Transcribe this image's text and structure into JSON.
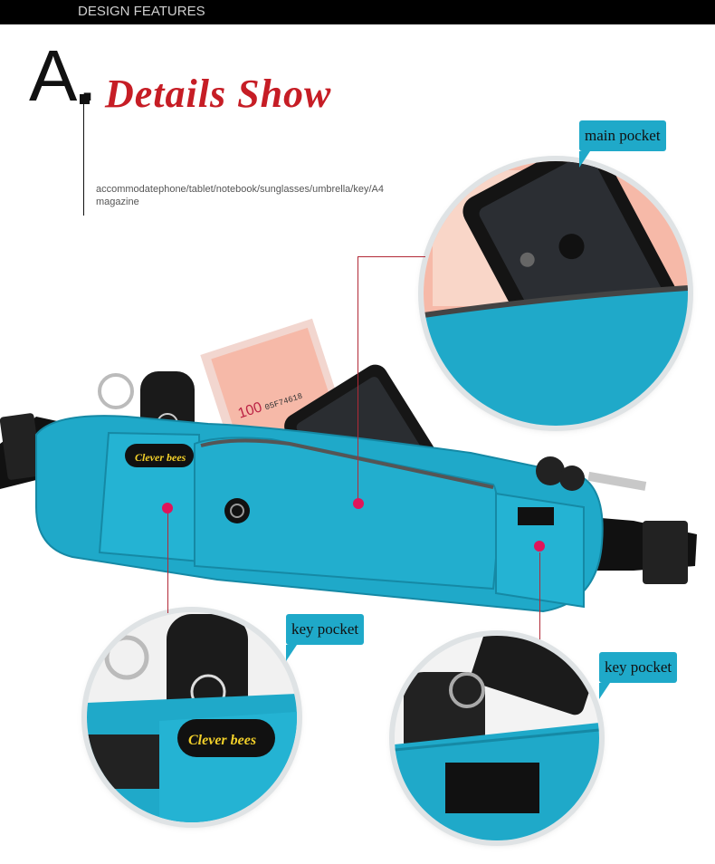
{
  "header": {
    "section_label": "DESIGN FEATURES"
  },
  "heading": {
    "letter": "A.",
    "title": "Details Show"
  },
  "description": {
    "text": "accommodatephone/tablet/notebook/sunglasses/umbrella/key/A4 magazine"
  },
  "callouts": {
    "main": {
      "label": "main pocket"
    },
    "key_left": {
      "label": "key pocket"
    },
    "key_right": {
      "label": "key pocket"
    }
  },
  "product": {
    "brand_patch": "Clever bees",
    "banknote_value": "100",
    "banknote_serial": "05F74618"
  },
  "colors": {
    "accent_red": "#c61d25",
    "belt_blue": "#1fa9c9",
    "tag_blue": "#1fa9c9",
    "marker_pink": "#e0155a",
    "connector": "#b22a37"
  }
}
